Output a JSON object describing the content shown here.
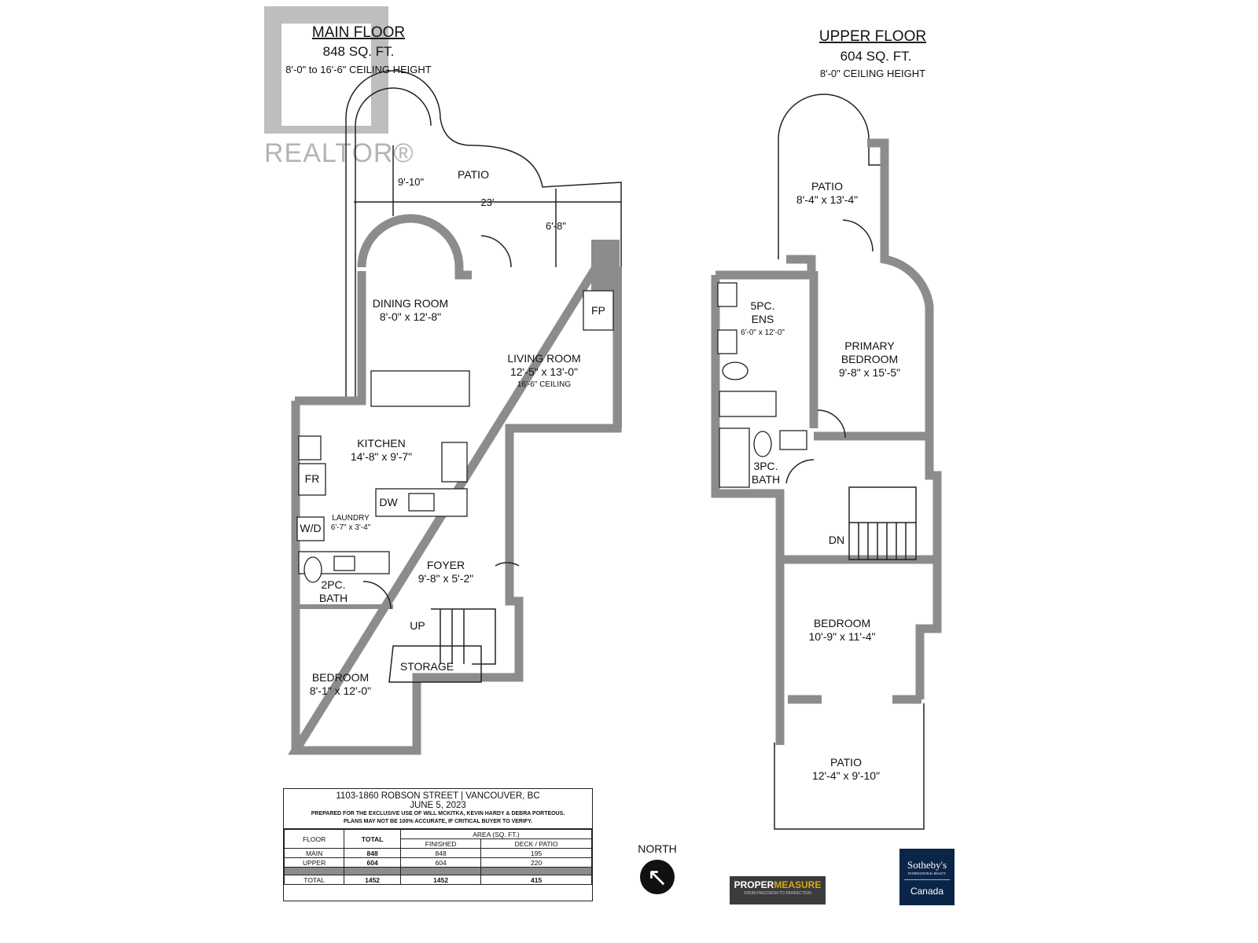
{
  "logo": {
    "realtor": "REALTOR®",
    "north_label": "NORTH",
    "propermeasure_a": "PROPER",
    "propermeasure_b": "MEASURE",
    "propermeasure_tag": "FROM PRECISION TO PERFECTION",
    "sothebys": "Sotheby's",
    "sothebys_sub": "INTERNATIONAL REALTY",
    "sothebys_region": "Canada"
  },
  "main_floor": {
    "title": "MAIN FLOOR",
    "area": "848 SQ. FT.",
    "ceiling": "8'-0\" to 16'-6\" CEILING HEIGHT",
    "dims": {
      "patio_depth": "9'-10\"",
      "patio_width": "23'",
      "patio_inner": "6'-8\""
    },
    "rooms": {
      "patio": "PATIO",
      "dining": "DINING ROOM",
      "dining_size": "8'-0\" x 12'-8\"",
      "fp": "FP",
      "living": "LIVING ROOM",
      "living_size": "12'-5\" x 13'-0\"",
      "living_ceiling": "16'-6\" CEILING",
      "kitchen": "KITCHEN",
      "kitchen_size": "14'-8\" x 9'-7\"",
      "fr": "FR",
      "dw": "DW",
      "laundry": "LAUNDRY",
      "laundry_size": "6'-7\" x 3'-4\"",
      "wd": "W/D",
      "foyer": "FOYER",
      "foyer_size": "9'-8\" x 5'-2\"",
      "bath2_a": "2PC.",
      "bath2_b": "BATH",
      "up": "UP",
      "storage": "STORAGE",
      "bedroom": "BEDROOM",
      "bedroom_size": "8'-1\" x 12'-0\""
    }
  },
  "upper_floor": {
    "title": "UPPER FLOOR",
    "area": "604 SQ. FT.",
    "ceiling": "8'-0\" CEILING HEIGHT",
    "rooms": {
      "patio_top": "PATIO",
      "patio_top_size": "8'-4\" x 13'-4\"",
      "ens_a": "5PC.",
      "ens_b": "ENS",
      "ens_size": "6'-0\" x 12'-0\"",
      "primary_a": "PRIMARY",
      "primary_b": "BEDROOM",
      "primary_size": "9'-8\" x 15'-5\"",
      "bath3_a": "3PC.",
      "bath3_b": "BATH",
      "dn": "DN",
      "bedroom": "BEDROOM",
      "bedroom_size": "10'-9\" x 11'-4\"",
      "patio_bottom": "PATIO",
      "patio_bottom_size": "12'-4\" x 9'-10\""
    }
  },
  "info": {
    "address": "1103-1860 ROBSON STREET | VANCOUVER, BC",
    "date": "JUNE 5, 2023",
    "note1": "PREPARED FOR THE EXCLUSIVE USE OF WILL MCKITKA, KEVIN HARDY & DEBRA PORTEOUS.",
    "note2": "PLANS MAY NOT BE 100% ACCURATE, IF CRITICAL BUYER TO VERIFY.",
    "headers": {
      "floor": "FLOOR",
      "total": "TOTAL",
      "area": "AREA (SQ. FT.)",
      "finished": "FINISHED",
      "deck": "DECK / PATIO"
    },
    "rows": [
      {
        "floor": "MAIN",
        "total": "848",
        "finished": "848",
        "deck": "195"
      },
      {
        "floor": "UPPER",
        "total": "604",
        "finished": "604",
        "deck": "220"
      }
    ],
    "total_row": {
      "floor": "TOTAL",
      "total": "1452",
      "finished": "1452",
      "deck": "415"
    }
  }
}
